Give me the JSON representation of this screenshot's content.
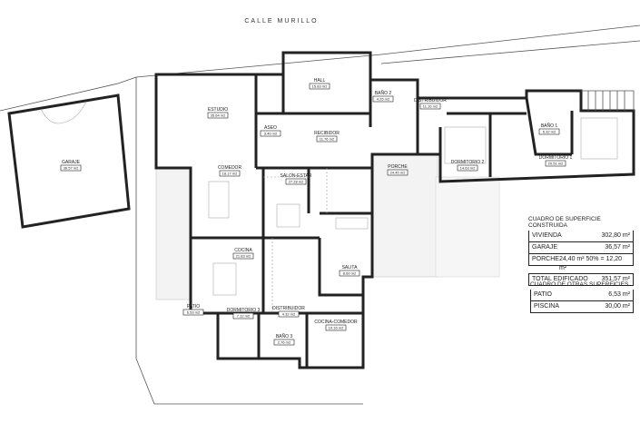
{
  "street": "CALLE MURILLO",
  "rooms": [
    {
      "id": "estudio",
      "name": "ESTUDIO",
      "area": "35.64 m2"
    },
    {
      "id": "hall",
      "name": "HALL",
      "area": "15.83 m2"
    },
    {
      "id": "aseo",
      "name": "ASEO",
      "area": "3.40 m2"
    },
    {
      "id": "recibidor",
      "name": "RECIBIDOR",
      "area": "11.76 m2"
    },
    {
      "id": "bano2",
      "name": "BAÑO 2",
      "area": "4.25 m2"
    },
    {
      "id": "distribuidor1",
      "name": "DISTRIBUIDOR",
      "area": "11.10 m2"
    },
    {
      "id": "comedor",
      "name": "COMEDOR",
      "area": "18.17 m2"
    },
    {
      "id": "salon",
      "name": "SALON-ESTAR",
      "area": "27.28 m2"
    },
    {
      "id": "porche",
      "name": "PORCHE",
      "area": "24.40 m2"
    },
    {
      "id": "dorm2",
      "name": "DORMITORIO 2",
      "area": "14.63 m2"
    },
    {
      "id": "bano1",
      "name": "BAÑO 1",
      "area": "6.32 m2"
    },
    {
      "id": "dorm1",
      "name": "DORMITORIO 1",
      "area": "20.51 m2"
    },
    {
      "id": "cocina",
      "name": "COCINA",
      "area": "21.83 m2"
    },
    {
      "id": "salita",
      "name": "SALITA",
      "area": "8.60 m2"
    },
    {
      "id": "patio",
      "name": "PATIO",
      "area": "6.53 m2"
    },
    {
      "id": "dorm3",
      "name": "DORMITORIO 3",
      "area": "7.12 m2"
    },
    {
      "id": "distribuidor2",
      "name": "DISTRIBUIDOR",
      "area": "4.32 m2"
    },
    {
      "id": "bano3",
      "name": "BAÑO 3",
      "area": "2.76 m2"
    },
    {
      "id": "cocinacomedor",
      "name": "COCINA-COMEDOR",
      "area": "10.16 m2"
    },
    {
      "id": "garaje",
      "name": "GARAJE",
      "area": "36.57 m2"
    }
  ],
  "built_table": {
    "title": "CUADRO DE SUPERFICIE CONSTRUIDA",
    "rows": [
      {
        "label": "VIVIENDA",
        "value": "302,80 m²"
      },
      {
        "label": "GARAJE",
        "value": "36,57 m²"
      },
      {
        "label": "PORCHE",
        "value": "24,40 m² 50% = 12,20 m²"
      }
    ],
    "total": {
      "label": "TOTAL EDIFICADO",
      "value": "351,57 m²"
    }
  },
  "other_table": {
    "title": "CUADRO DE OTRAS SUPERFICIES",
    "rows": [
      {
        "label": "PATIO",
        "value": "6,53 m²"
      },
      {
        "label": "PISCINA",
        "value": "30,00 m²"
      }
    ]
  }
}
